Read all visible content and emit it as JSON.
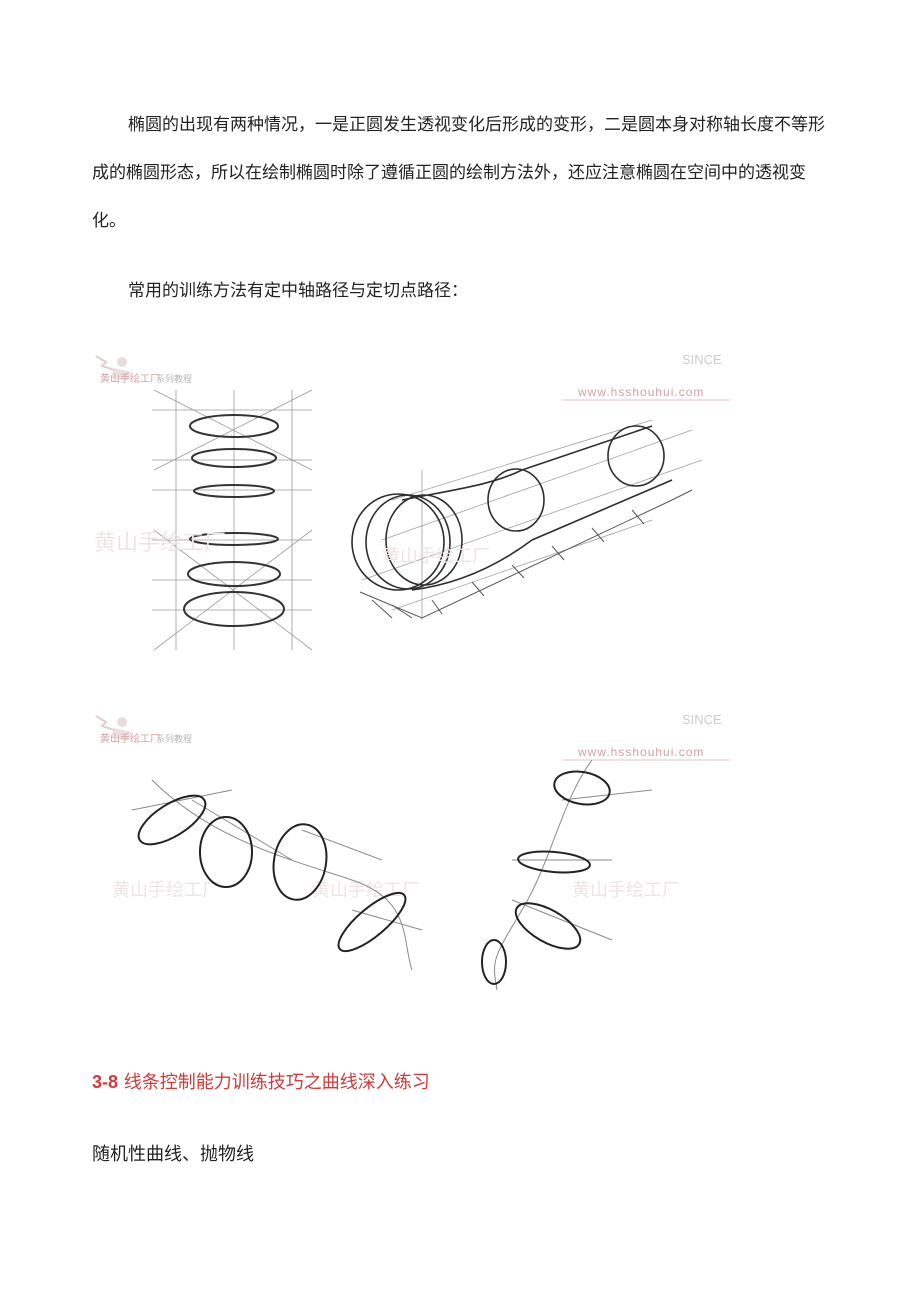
{
  "intro": {
    "paragraph1": "椭圆的出现有两种情况，一是正圆发生透视变化后形成的变形，二是圆本身对称轴长度不等形成的椭圆形态，所以在绘制椭圆时除了遵循正圆的绘制方法外，还应注意椭圆在空间中的透视变化。",
    "paragraph2": "常用的训练方法有定中轴路径与定切点路径："
  },
  "figure1": {
    "watermark_url": "www.hsshouhui.com",
    "watermark_since": "SINCE",
    "watermark_brand": "黄山手绘工厂",
    "watermark_series": "系列教程"
  },
  "figure2": {
    "watermark_url": "www.hsshouhui.com",
    "watermark_since": "SINCE",
    "watermark_brand": "黄山手绘工厂",
    "watermark_series": "系列教程"
  },
  "section": {
    "number": "3-8",
    "title": "线条控制能力训练技巧之曲线深入练习"
  },
  "subheading": "随机性曲线、抛物线",
  "colors": {
    "heading": "#d03a3a",
    "text": "#222222",
    "watermark": "#d7a0a4"
  }
}
